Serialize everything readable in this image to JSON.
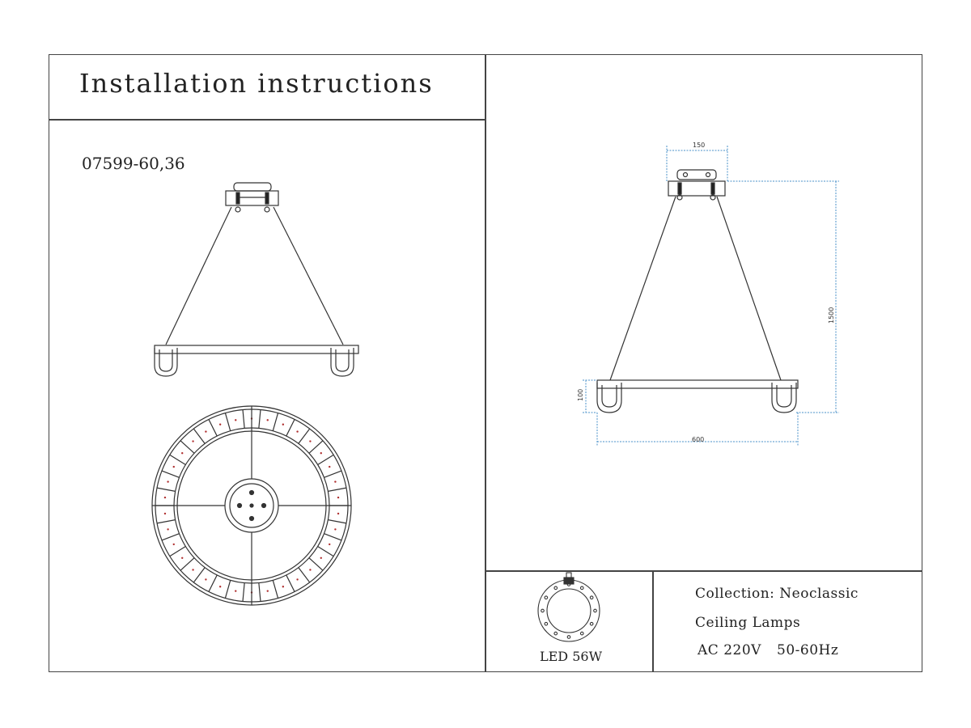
{
  "header": {
    "title": "Installation instructions"
  },
  "product": {
    "model": "07599-60,36"
  },
  "dimensions": {
    "canopy_width": "150",
    "height": "1500",
    "ring_height": "100",
    "diameter": "600"
  },
  "power": {
    "label": "LED 56W"
  },
  "specs": {
    "collection": "Collection: Neoclassic",
    "category": "Ceiling Lamps",
    "voltage": "AC 220V",
    "frequency": "50-60Hz"
  },
  "colors": {
    "line": "#444444",
    "dimension": "#4a90c8",
    "accent": "#b03030"
  }
}
